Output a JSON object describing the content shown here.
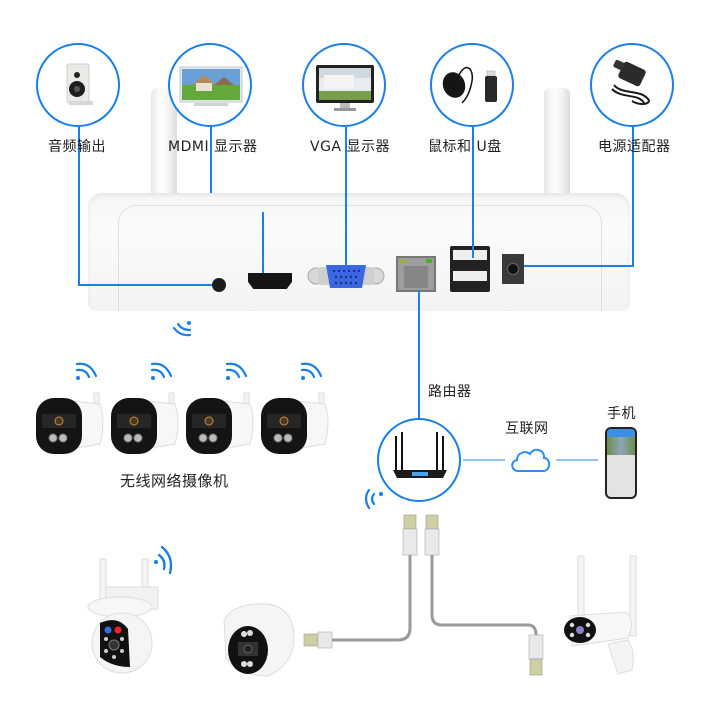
{
  "diagram": {
    "title": "NVR wireless camera connection diagram",
    "accent_color": "#1a7fe8",
    "peripherals": [
      {
        "id": "audio",
        "label": "音频输出",
        "icon": "speaker-icon"
      },
      {
        "id": "hdmi",
        "label": "MDMI 显示器",
        "icon": "tv-monitor-icon"
      },
      {
        "id": "vga",
        "label": "VGA 显示器",
        "icon": "computer-monitor-icon"
      },
      {
        "id": "usb",
        "label": "鼠标和 U盘",
        "icon": "mouse-usb-drive-icon"
      },
      {
        "id": "power",
        "label": "电源适配器",
        "icon": "power-adapter-icon"
      }
    ],
    "nvr_ports": [
      "audio-jack",
      "hdmi-port",
      "vga-port",
      "ethernet-port",
      "usb-ports",
      "dc-power-jack"
    ],
    "wireless_cameras": {
      "label": "无线网络摄像机",
      "count": 4
    },
    "router": {
      "label": "路由器",
      "icon": "router-icon"
    },
    "internet": {
      "label": "互联网",
      "icon": "cloud-icon"
    },
    "phone": {
      "label": "手机",
      "icon": "smartphone-icon"
    },
    "bottom_cameras": [
      {
        "type": "ptz-wifi-camera",
        "icon": "ptz-camera-icon"
      },
      {
        "type": "dome-camera",
        "icon": "dome-camera-icon"
      },
      {
        "type": "bullet-wifi-camera",
        "icon": "bullet-camera-icon"
      }
    ]
  }
}
